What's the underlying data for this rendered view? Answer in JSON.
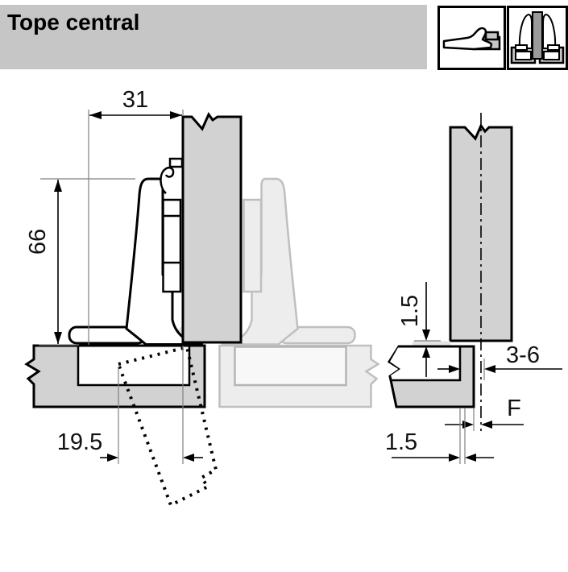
{
  "header": {
    "title": "Tope central"
  },
  "icons": {
    "side_hinge": "hinge-side-view-icon",
    "central_stop": "central-stop-twin-hinge-icon"
  },
  "drawing": {
    "dims": {
      "cup_to_front": "31",
      "hinge_height": "66",
      "cup_distance": "19.5",
      "gap_vertical": "1.5",
      "center_range": "3-6",
      "gap_f": "F",
      "edge_distance": "1.5"
    }
  },
  "colors": {
    "header_bg": "#c6c6c6",
    "panel_fill": "#d2d2d2",
    "ghost_fill": "#ededed",
    "ghost_stroke": "#bfbfbf",
    "gap_fill": "#e3e3e3",
    "line": "#000000"
  }
}
